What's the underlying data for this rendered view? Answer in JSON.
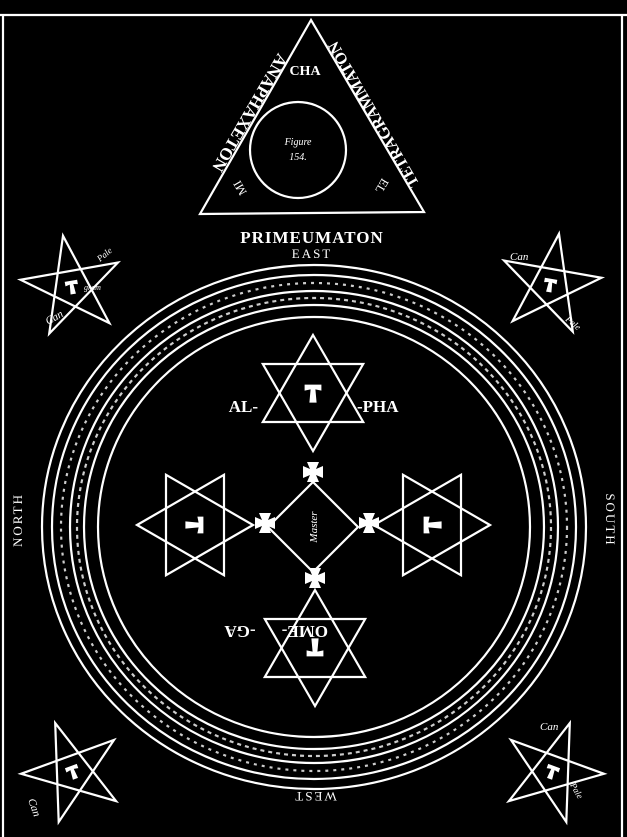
{
  "colors": {
    "background": "#000000",
    "ink": "#ffffff"
  },
  "triangle": {
    "left_side": "ANAPHAXETON",
    "right_side": "TETRAGRAMMATON",
    "top_corner": "CHA",
    "left_corner": "MI",
    "right_corner": "EL",
    "figure_label": "Figure",
    "figure_number": "154."
  },
  "directions": {
    "east_name": "PRIMEUMATON",
    "east": "EAST",
    "north": "NORTH",
    "south": "SOUTH",
    "west": "WEST"
  },
  "center": {
    "top_left": "AL-",
    "top_right": "-PHA",
    "bottom_left": "OME-",
    "bottom_right": "-GA",
    "master": "Master"
  },
  "pentagram_words": {
    "a": "Can",
    "b": "Pale",
    "c": "gram"
  }
}
